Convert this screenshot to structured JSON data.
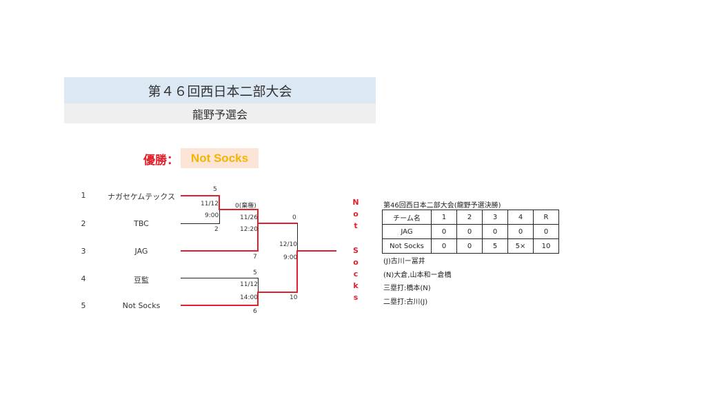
{
  "header": {
    "title": "第４６回西日本二部大会",
    "subtitle": "龍野予選会"
  },
  "champion": {
    "label": "優勝：",
    "team": "Not Socks"
  },
  "bracket": {
    "teams": [
      {
        "seed": "1",
        "name": "ナガセケムテックス"
      },
      {
        "seed": "2",
        "name": "TBC"
      },
      {
        "seed": "3",
        "name": "JAG"
      },
      {
        "seed": "4",
        "name": "豆監"
      },
      {
        "seed": "5",
        "name": "Not Socks"
      }
    ],
    "m1": {
      "top_score": "5",
      "bottom_score": "2",
      "date": "11/12",
      "time": "9:00"
    },
    "m2": {
      "top_score": "0(棄権)",
      "bottom_score": "7",
      "date": "11/26",
      "time": "12:20"
    },
    "m3": {
      "top_score": "5",
      "bottom_score": "6",
      "date": "11/12",
      "time": "14:00"
    },
    "final": {
      "top_score": "0",
      "bottom_score": "10",
      "date": "12/10",
      "time": "9:00"
    },
    "winner_vertical": [
      "N",
      "o",
      "t",
      "",
      "S",
      "o",
      "c",
      "k",
      "s"
    ]
  },
  "result": {
    "title": "第46回西日本二部大会(龍野予選決勝)",
    "headers": [
      "チーム名",
      "1",
      "2",
      "3",
      "4",
      "R"
    ],
    "rows": [
      {
        "team": "JAG",
        "scores": [
          "0",
          "0",
          "0",
          "0",
          "0"
        ]
      },
      {
        "team": "Not Socks",
        "scores": [
          "0",
          "0",
          "5",
          "5×",
          "10"
        ]
      }
    ],
    "notes": [
      "(J)古川ー冨井",
      "(N)大倉,山本和ー倉橋",
      "三塁打:橋本(N)",
      "二塁打:古川(J)"
    ]
  },
  "colors": {
    "win_line": "#e0202a",
    "champion_text": "#f2b600",
    "title_bg": "#dce9f4"
  }
}
